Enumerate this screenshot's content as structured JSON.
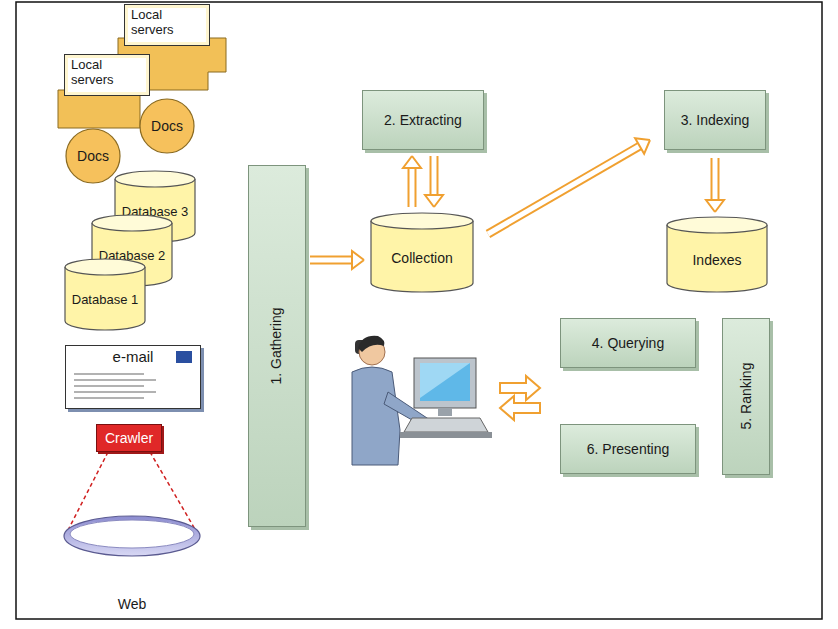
{
  "diagram": {
    "nodes": [
      {
        "text": [
          "Local servers"
        ]
      },
      {
        "text": [
          "Local servers"
        ]
      },
      {
        "text": [
          "Docs"
        ]
      },
      {
        "text": [
          "Docs"
        ]
      },
      {
        "text": [
          "Database 3"
        ]
      },
      {
        "text": [
          "Database 2"
        ]
      },
      {
        "text": [
          "Database 1"
        ]
      },
      {
        "text": [
          "e-mail"
        ]
      },
      {
        "text": [
          "Crawler"
        ]
      },
      {
        "text": [
          "Web"
        ]
      },
      {
        "text": [
          "1. Gathering"
        ]
      },
      {
        "text": [
          "2. Extracting"
        ]
      },
      {
        "text": [
          "Collection"
        ]
      },
      {
        "text": [
          "3. Indexing"
        ]
      },
      {
        "text": [
          "Indexes"
        ]
      },
      {
        "text": [
          "4. Querying"
        ]
      },
      {
        "text": [
          "5. Ranking"
        ]
      },
      {
        "text": [
          "6. Presenting"
        ]
      }
    ],
    "edges": [
      {
        "from": 10,
        "to": 12,
        "arrow": "to"
      },
      {
        "from": 12,
        "to": 11,
        "arrow": "to"
      },
      {
        "from": 11,
        "to": 12,
        "arrow": "to"
      },
      {
        "from": 12,
        "to": 13,
        "arrow": "to"
      },
      {
        "from": 13,
        "to": 14,
        "arrow": "to"
      },
      {
        "from": 8,
        "to": 9,
        "arrow": "none"
      }
    ]
  }
}
